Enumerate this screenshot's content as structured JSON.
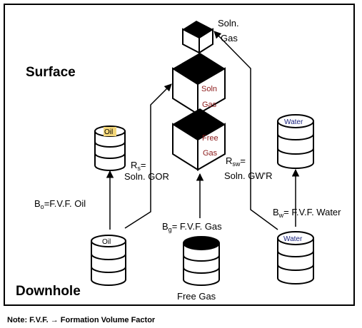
{
  "labels": {
    "surface": "Surface",
    "downhole": "Downhole",
    "soln_gas_1": "Soln.",
    "soln_gas_2": "Gas",
    "box_soln_1": "Soln",
    "box_soln_2": "Gas",
    "box_free_1": "Free",
    "box_free_2": "Gas",
    "oil_top": "Oil",
    "oil_bottom": "Oil",
    "water_top": "Water",
    "water_bottom": "Water",
    "free_gas": "Free Gas",
    "rs_1": "R",
    "rs_sub": "s",
    "rs_eq": "=",
    "rs_2": "Soln. GOR",
    "rsw_1": "R",
    "rsw_sub": "sw",
    "rsw_eq": "=",
    "rsw_2": "Soln. GW'R",
    "bo_main": "B",
    "bo_sub": "o",
    "bo_rest": "=F.V.F. Oil",
    "bg_main": "B",
    "bg_sub": "g",
    "bg_rest": "= F.V.F. Gas",
    "bw_main": "B",
    "bw_sub": "w",
    "bw_rest": "= F.V.F. Water"
  },
  "note": "Note: F.V.F. → Formation Volume Factor",
  "colors": {
    "text_red": "#8b1a1a",
    "text_blue": "#1a237e",
    "line": "#000000"
  }
}
